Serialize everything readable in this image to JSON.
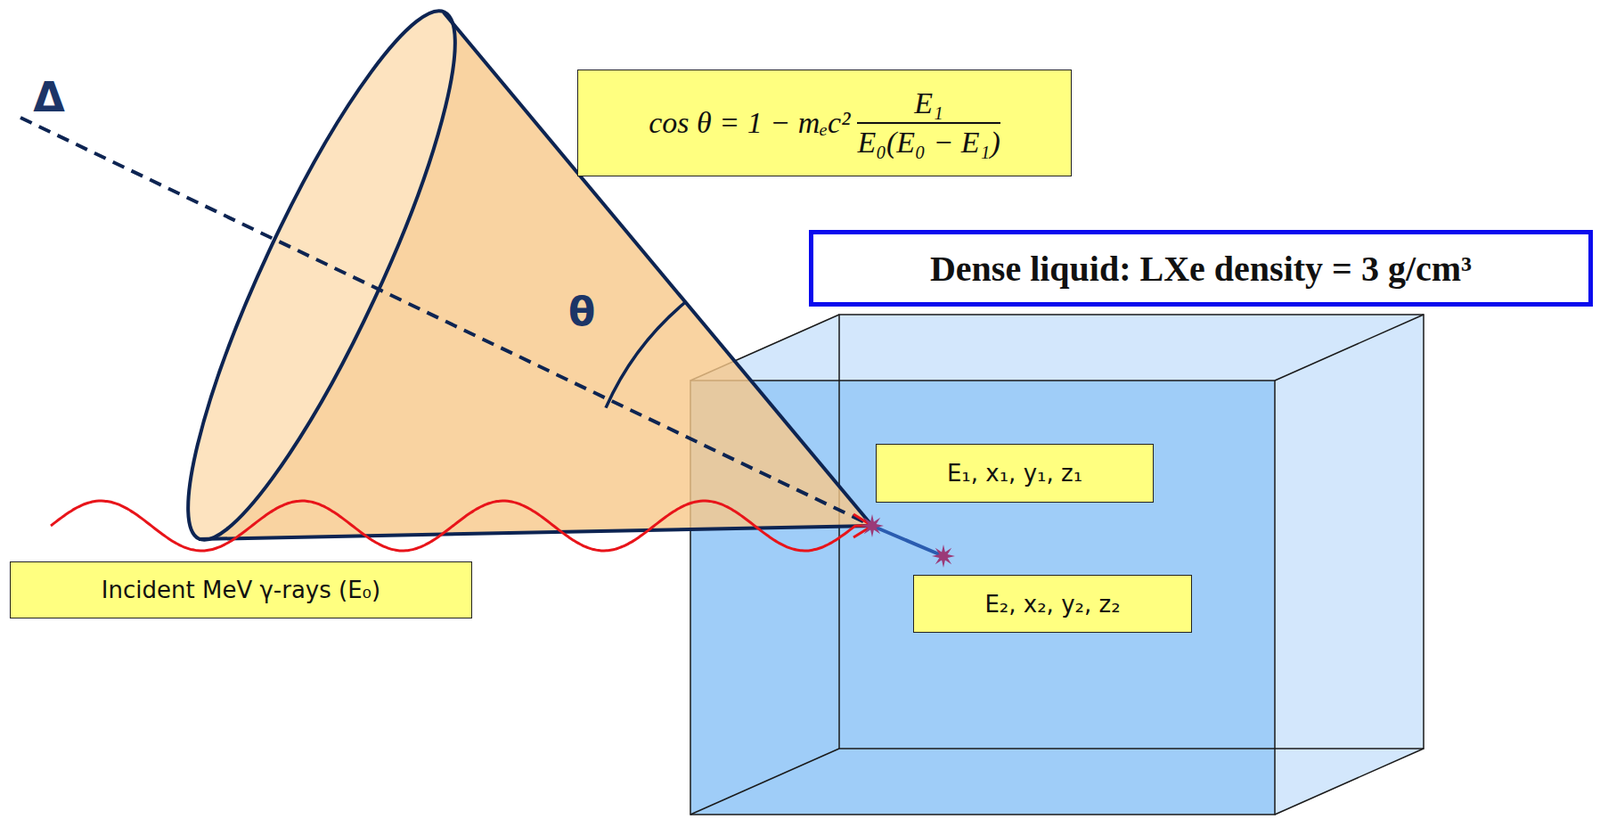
{
  "diagram": {
    "nodes": [
      {
        "text": [
          "cos θ = 1 − mₑc²",
          "E₁",
          "E₀(E₀ − E₁)"
        ]
      },
      {
        "text": [
          "Dense liquid: LXe density = 3 g/cm³"
        ]
      },
      {
        "text": [
          "E₁, x₁, y₁, z₁"
        ]
      },
      {
        "text": [
          "E₂, x₂, y₂, z₂"
        ]
      },
      {
        "text": [
          "Incident MeV γ-rays (E₀)"
        ]
      }
    ],
    "labels": [
      "Δ",
      "θ"
    ]
  }
}
